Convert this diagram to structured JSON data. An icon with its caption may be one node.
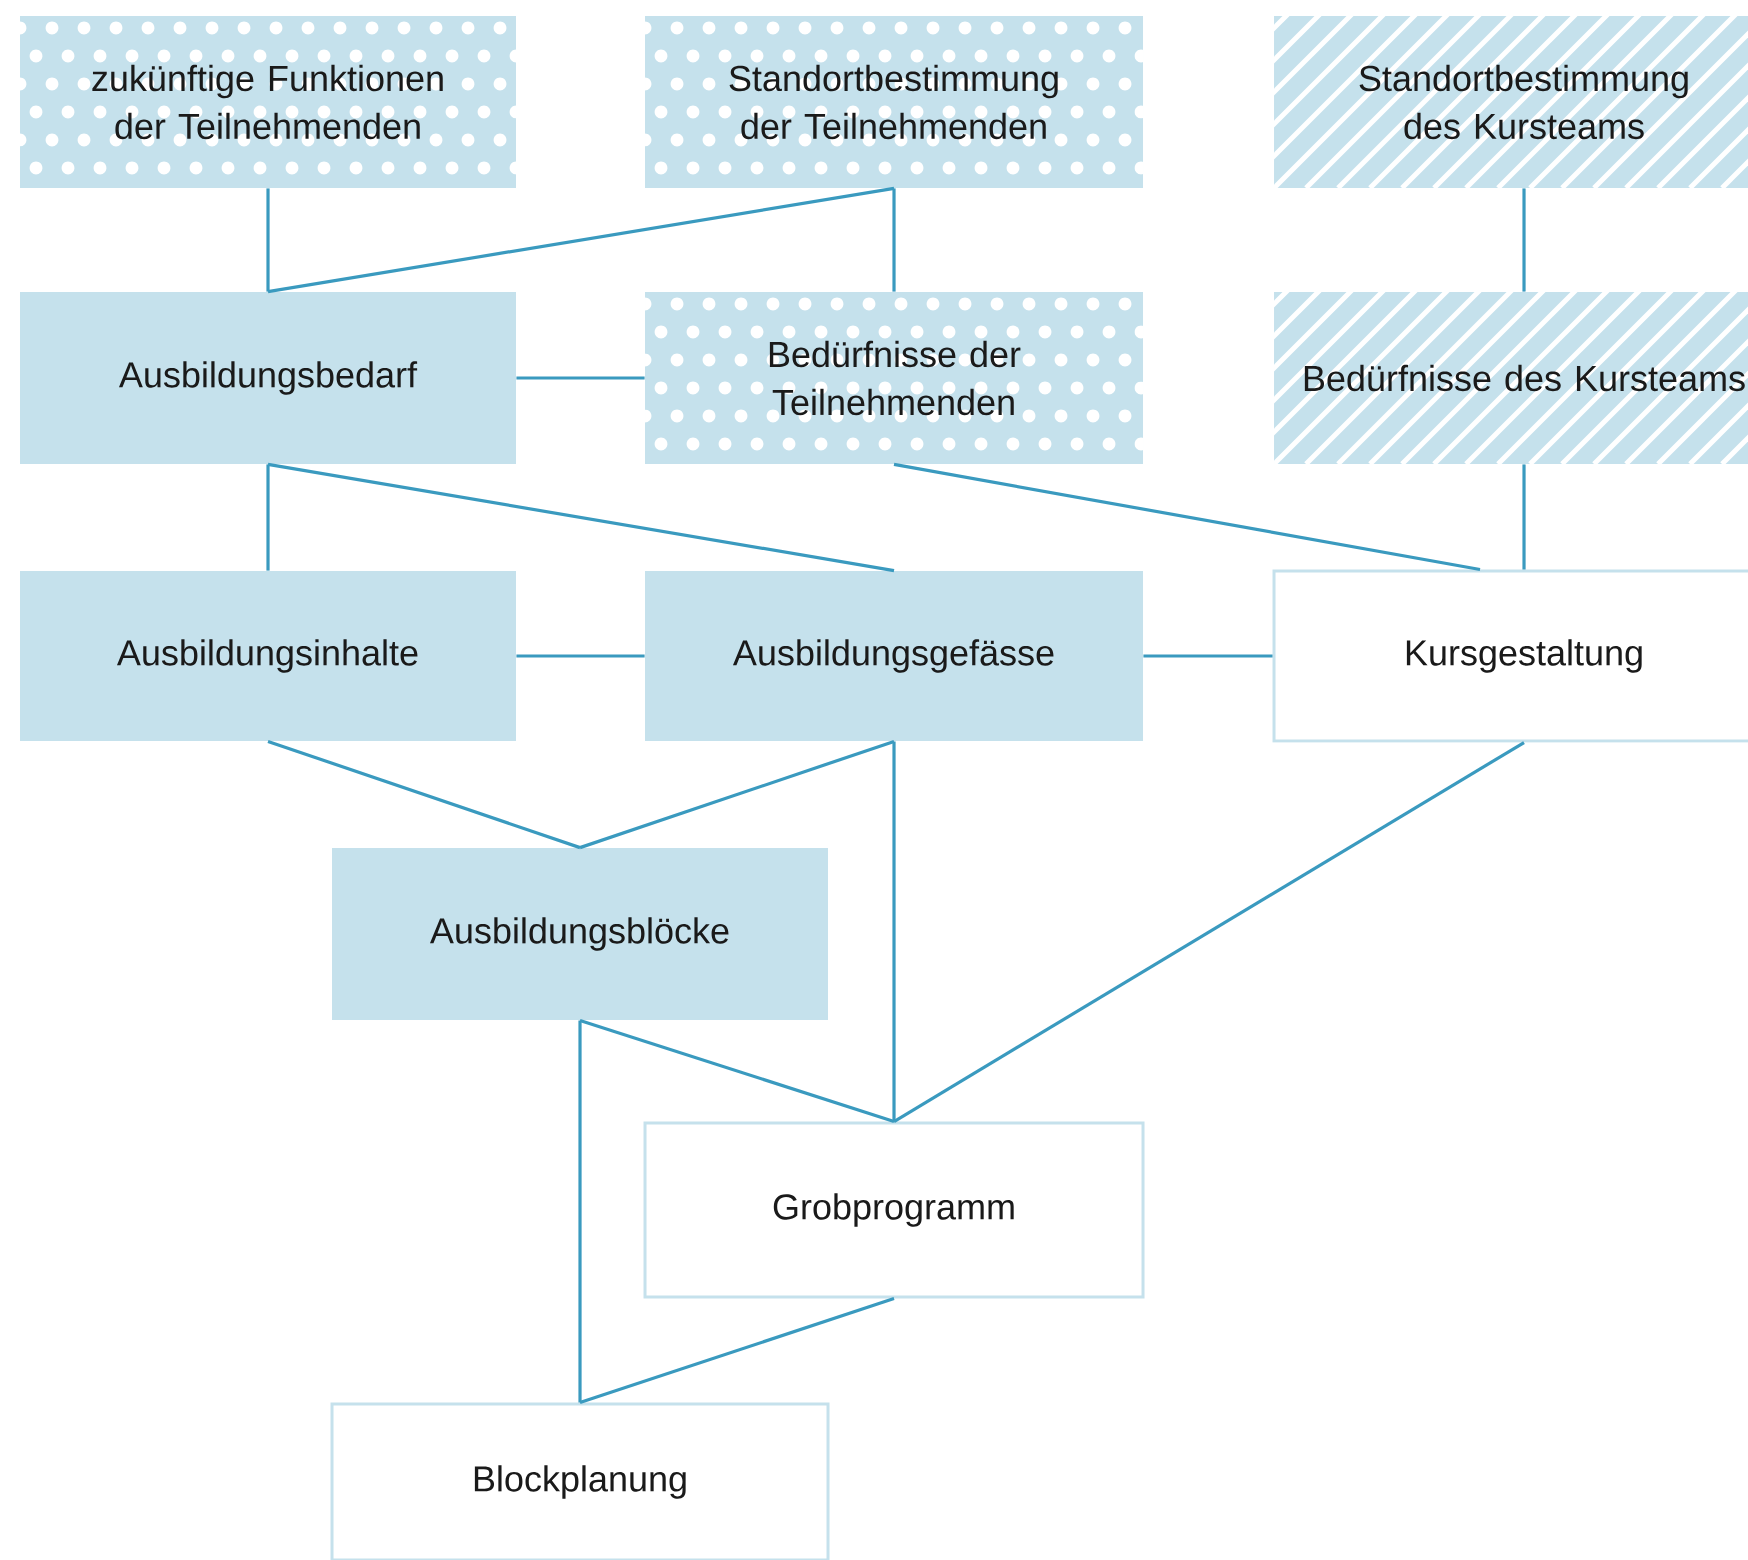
{
  "diagram": {
    "nodes": [
      {
        "text": [
          "zukünftige Funktionen der Teilnehmenden"
        ]
      },
      {
        "text": [
          "Standortbestimmung der Teilnehmenden"
        ]
      },
      {
        "text": [
          "Standortbestimmung des Kursteams"
        ]
      },
      {
        "text": [
          "Ausbildungsbedarf"
        ]
      },
      {
        "text": [
          "Bedürfnisse der Teilnehmenden"
        ]
      },
      {
        "text": [
          "Bedürfnisse des Kursteams"
        ]
      },
      {
        "text": [
          "Ausbildungsinhalte"
        ]
      },
      {
        "text": [
          "Ausbildungsgefässe"
        ]
      },
      {
        "text": [
          "Kursgestaltung"
        ]
      },
      {
        "text": [
          "Ausbildungsblöcke"
        ]
      },
      {
        "text": [
          "Grobprogramm"
        ]
      },
      {
        "text": [
          "Blockplanung"
        ]
      }
    ],
    "edges": [
      {
        "from": 0,
        "to": 3,
        "arrow": "none"
      },
      {
        "from": 1,
        "to": 3,
        "arrow": "none"
      },
      {
        "from": 1,
        "to": 4,
        "arrow": "none"
      },
      {
        "from": 2,
        "to": 5,
        "arrow": "none"
      },
      {
        "from": 3,
        "to": 4,
        "arrow": "none"
      },
      {
        "from": 3,
        "to": 6,
        "arrow": "none"
      },
      {
        "from": 3,
        "to": 7,
        "arrow": "none"
      },
      {
        "from": 4,
        "to": 8,
        "arrow": "none"
      },
      {
        "from": 5,
        "to": 8,
        "arrow": "none"
      },
      {
        "from": 6,
        "to": 7,
        "arrow": "none"
      },
      {
        "from": 7,
        "to": 8,
        "arrow": "none"
      },
      {
        "from": 6,
        "to": 9,
        "arrow": "none"
      },
      {
        "from": 7,
        "to": 9,
        "arrow": "none"
      },
      {
        "from": 7,
        "to": 10,
        "arrow": "none"
      },
      {
        "from": 8,
        "to": 10,
        "arrow": "none"
      },
      {
        "from": 9,
        "to": 10,
        "arrow": "none"
      },
      {
        "from": 9,
        "to": 11,
        "arrow": "none"
      },
      {
        "from": 10,
        "to": 11,
        "arrow": "none"
      }
    ]
  }
}
